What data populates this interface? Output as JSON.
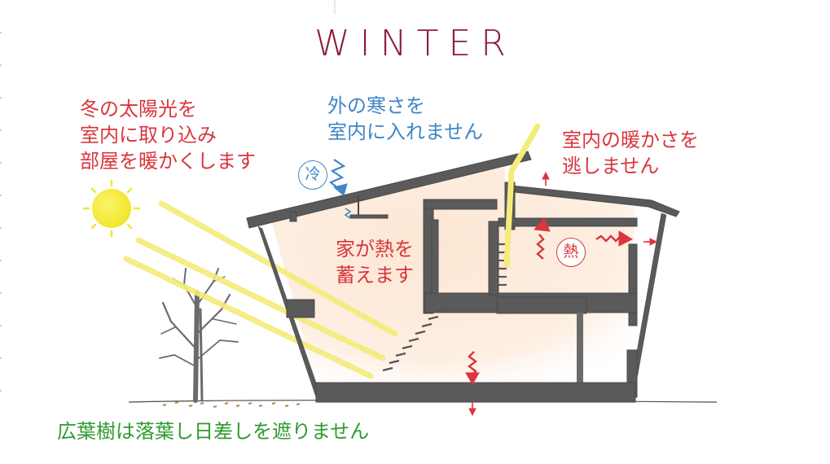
{
  "title": "WINTER",
  "captions": {
    "sun": [
      "冬の太陽光を",
      "室内に取り込み",
      "部屋を暖かくします"
    ],
    "cold": [
      "外の寒さを",
      "室内に入れません"
    ],
    "warm": [
      "室内の暖かさを",
      "逃しません"
    ],
    "heat": [
      "家が熱を",
      "蓄えます"
    ],
    "tree": "広葉樹は落葉し日差しを遮りません"
  },
  "badges": {
    "cold": "冷",
    "heat": "熱"
  },
  "colors": {
    "title": "#8e1d3b",
    "red": "#d9363e",
    "blue": "#3f86c7",
    "green": "#2f9a2f",
    "house": "#5a5a5a",
    "sun": "#f2e62d",
    "sunlight": "#f4ec7a",
    "interior_glow": "#fde6d3"
  },
  "icons": [
    "sun-icon",
    "tree-icon",
    "house-section",
    "heat-arrow-icon",
    "cold-arrow-icon"
  ]
}
